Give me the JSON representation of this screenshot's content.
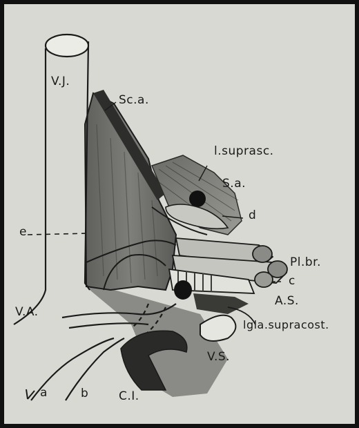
{
  "labels": {
    "vj": "V.J.",
    "sca": "Sc.a.",
    "lsuprasc": "l.suprasc.",
    "sa": "S.a.",
    "d": "d",
    "e": "e",
    "plbr": "Pl.br.",
    "c": "c",
    "as": "A.S.",
    "va": "V.A.",
    "lgla": "lgla.supracost.",
    "vs": "V.S.",
    "ci": "C.I.",
    "a": "a",
    "b": "b"
  },
  "colors": {
    "paper": "#d9d9d4",
    "ink": "#1a1a1a",
    "muscle_dark": "#5a5a58",
    "muscle_mid": "#8a8a86",
    "light_structure": "#c8c8c2"
  }
}
